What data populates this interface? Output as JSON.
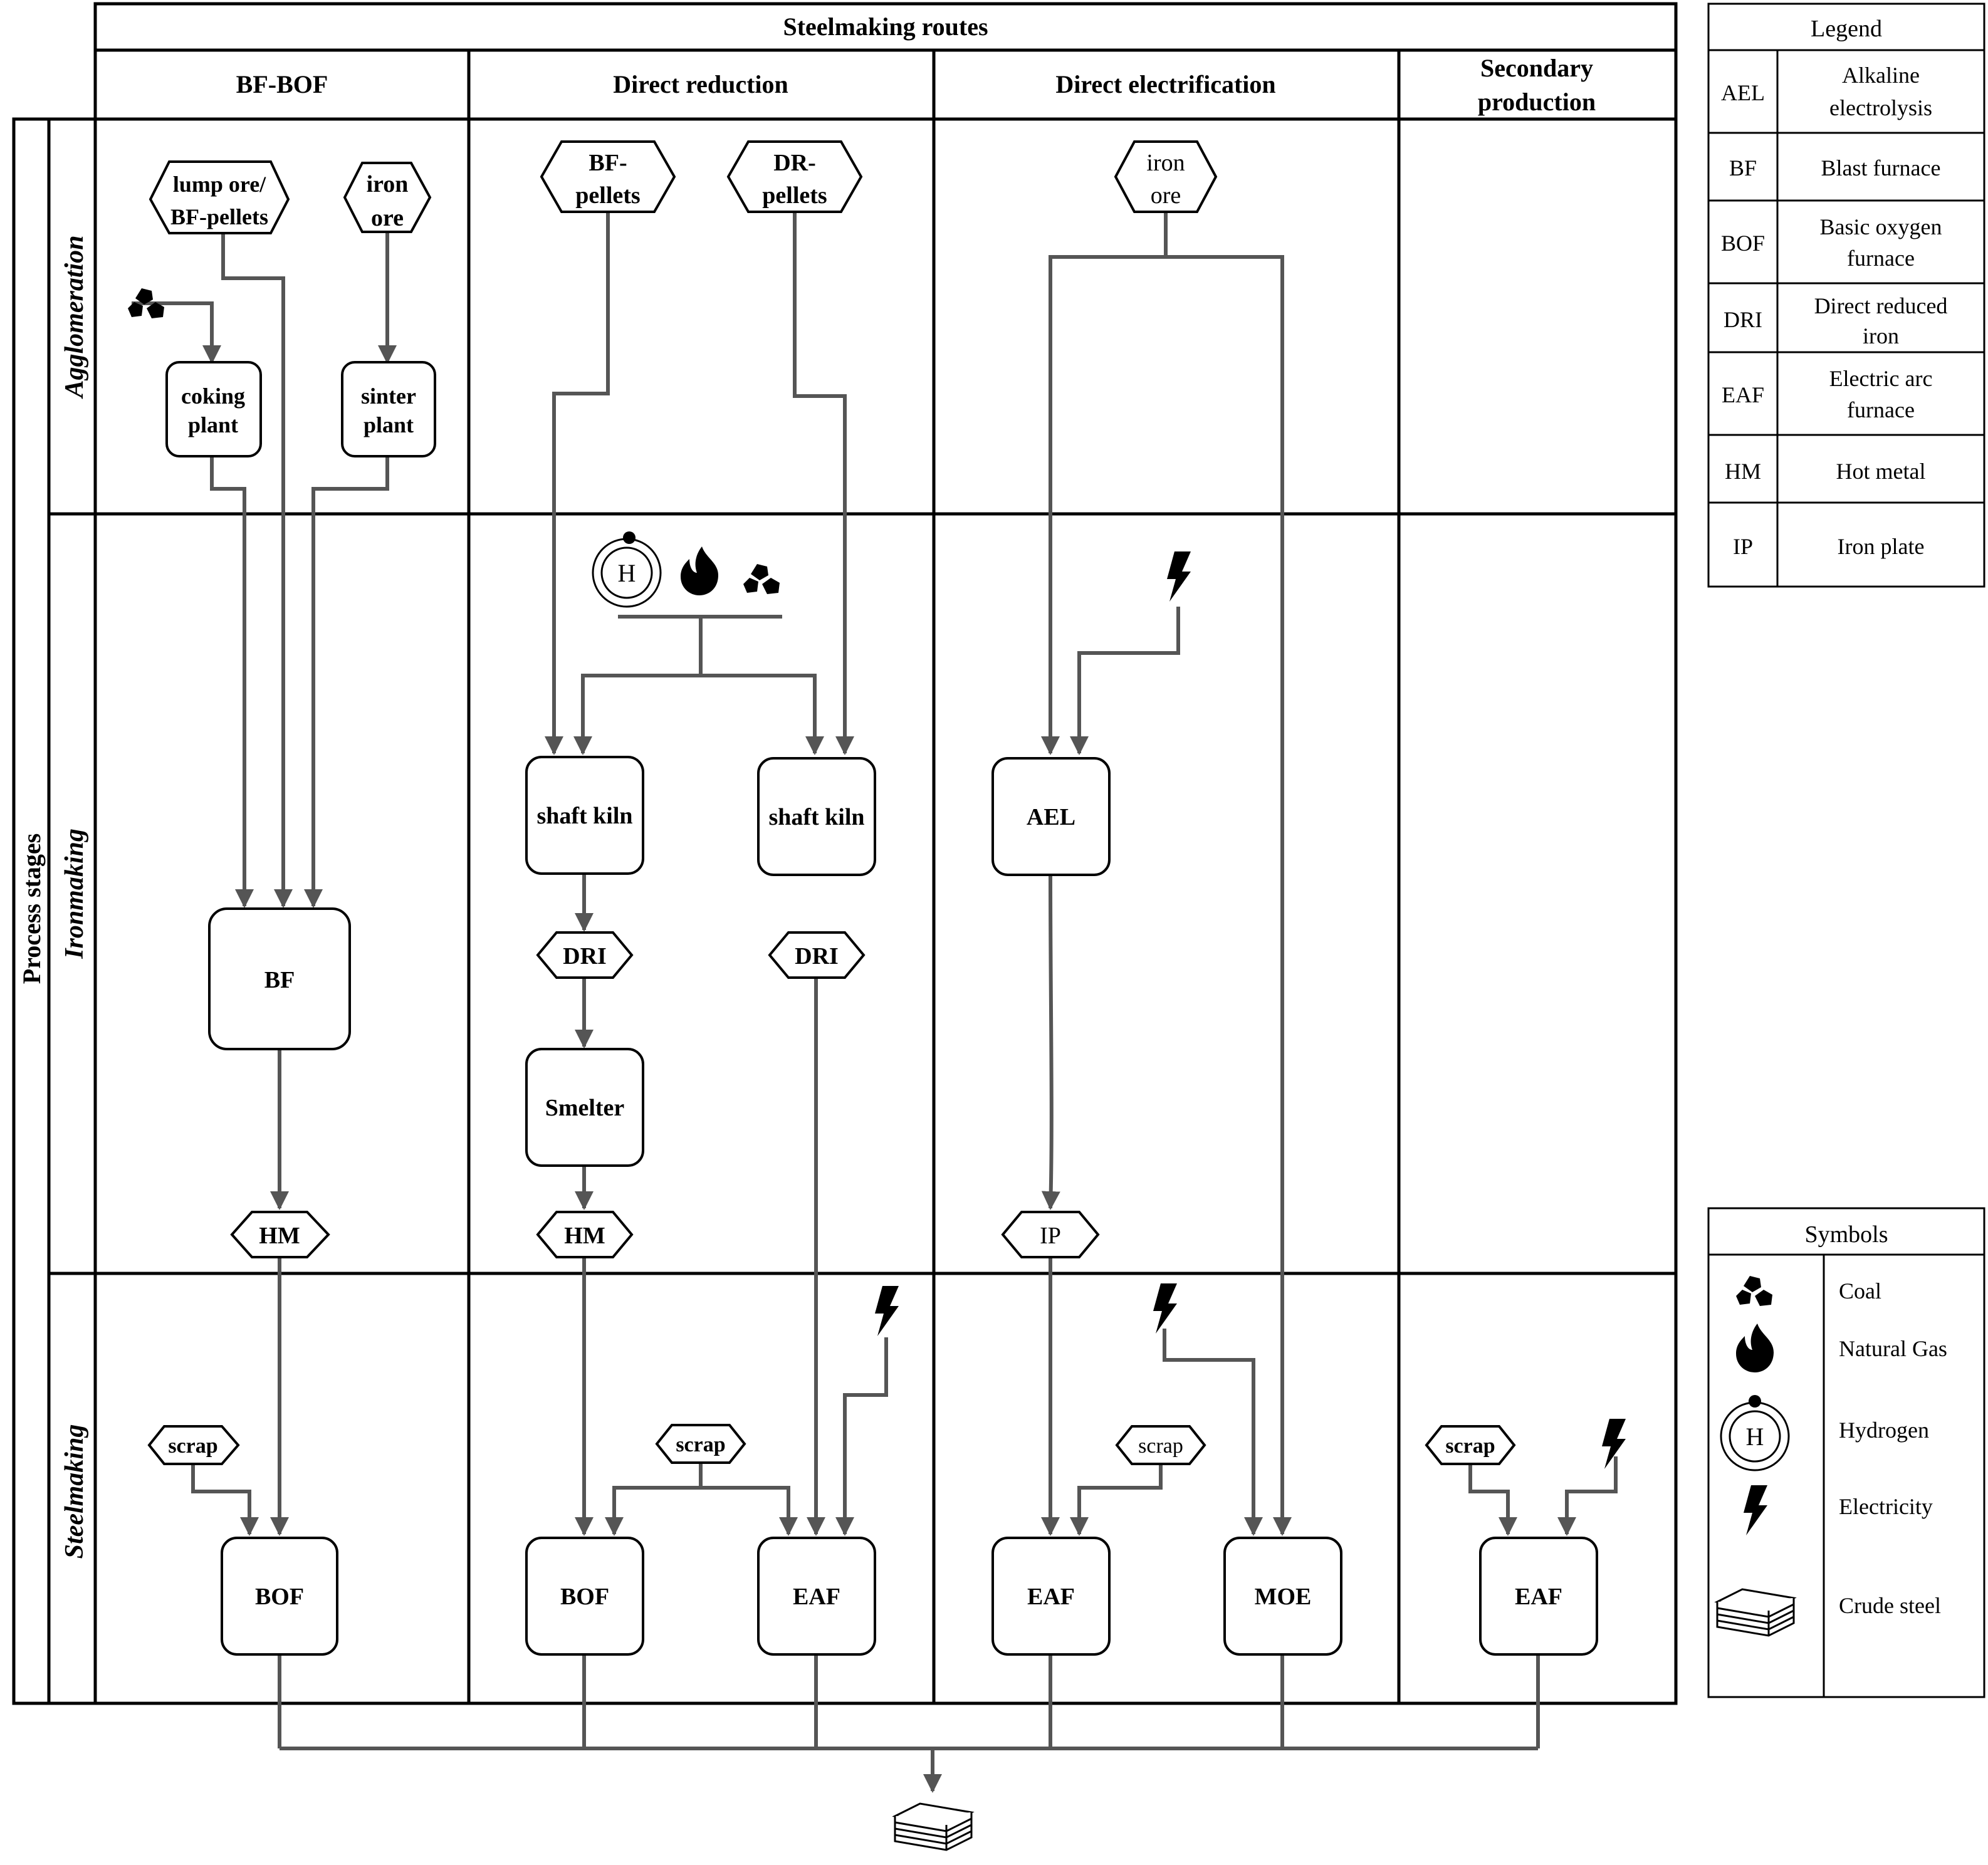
{
  "header": {
    "title": "Steelmaking routes"
  },
  "side": {
    "title": "Process stages"
  },
  "columns": {
    "bfbof": "BF-BOF",
    "dr": "Direct reduction",
    "de": "Direct electrification",
    "sec_line1": "Secondary",
    "sec_line2": "production"
  },
  "rows": {
    "agglomeration": "Agglomeration",
    "ironmaking": "Ironmaking",
    "steelmaking": "Steelmaking"
  },
  "nodes": {
    "lump_ore_l1": "lump ore/",
    "lump_ore_l2": "BF-pellets",
    "iron_ore_l1": "iron",
    "iron_ore_l2": "ore",
    "coking_l1": "coking",
    "coking_l2": "plant",
    "sinter_l1": "sinter",
    "sinter_l2": "plant",
    "bf": "BF",
    "hm1": "HM",
    "scrap1": "scrap",
    "bof1": "BOF",
    "bfpel_l1": "BF-",
    "bfpel_l2": "pellets",
    "drpel_l1": "DR-",
    "drpel_l2": "pellets",
    "hydrogen_h": "H",
    "shaft1": "shaft kiln",
    "shaft2": "shaft kiln",
    "dri1": "DRI",
    "dri2": "DRI",
    "smelter": "Smelter",
    "hm2": "HM",
    "scrap2": "scrap",
    "bof2": "BOF",
    "eaf1": "EAF",
    "deore_l1": "iron",
    "deore_l2": "ore",
    "ael": "AEL",
    "ip": "IP",
    "scrap3": "scrap",
    "eaf2": "EAF",
    "moe": "MOE",
    "scrap4": "scrap",
    "eaf3": "EAF"
  },
  "legend": {
    "title": "Legend",
    "items": [
      {
        "abbr": "AEL",
        "l1": "Alkaline",
        "l2": "electrolysis"
      },
      {
        "abbr": "BF",
        "l1": "Blast furnace",
        "l2": ""
      },
      {
        "abbr": "BOF",
        "l1": "Basic oxygen",
        "l2": "furnace"
      },
      {
        "abbr": "DRI",
        "l1": "Direct reduced",
        "l2": "iron"
      },
      {
        "abbr": "EAF",
        "l1": "Electric arc",
        "l2": "furnace"
      },
      {
        "abbr": "HM",
        "l1": "Hot metal",
        "l2": ""
      },
      {
        "abbr": "IP",
        "l1": "Iron plate",
        "l2": ""
      }
    ]
  },
  "symbols": {
    "title": "Symbols",
    "items": [
      {
        "icon": "coal-icon",
        "label": "Coal"
      },
      {
        "icon": "flame-icon",
        "label": "Natural Gas"
      },
      {
        "icon": "hydrogen-icon",
        "label": "Hydrogen",
        "glyph": "H"
      },
      {
        "icon": "lightning-icon",
        "label": "Electricity"
      },
      {
        "icon": "crude-steel-icon",
        "label": "Crude steel"
      }
    ]
  }
}
